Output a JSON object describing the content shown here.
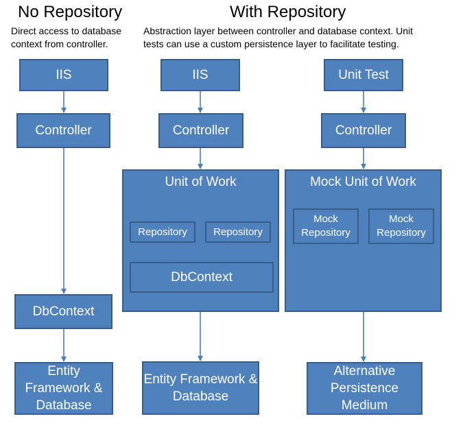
{
  "left": {
    "title": "No Repository",
    "description": "Direct access to database context from controller.",
    "iis": "IIS",
    "controller": "Controller",
    "dbcontext": "DbContext",
    "entity": "Entity Framework & Database"
  },
  "right_title": "With Repository",
  "right_description": "Abstraction layer between controller and database context. Unit tests can use a custom persistence layer to facilitate testing.",
  "middle": {
    "iis": "IIS",
    "controller": "Controller",
    "unit_of_work": "Unit of Work",
    "repository_1": "Repository",
    "repository_2": "Repository",
    "dbcontext": "DbContext",
    "entity": "Entity Framework & Database"
  },
  "mock": {
    "unit_test": "Unit Test",
    "controller": "Controller",
    "unit_of_work": "Mock Unit of Work",
    "repository_1": "Mock Repository",
    "repository_2": "Mock Repository",
    "persistence": "Alternative Persistence Medium"
  },
  "colors": {
    "box_fill": "#4f81bd",
    "box_border": "#385d8a",
    "text": "#ffffff"
  }
}
